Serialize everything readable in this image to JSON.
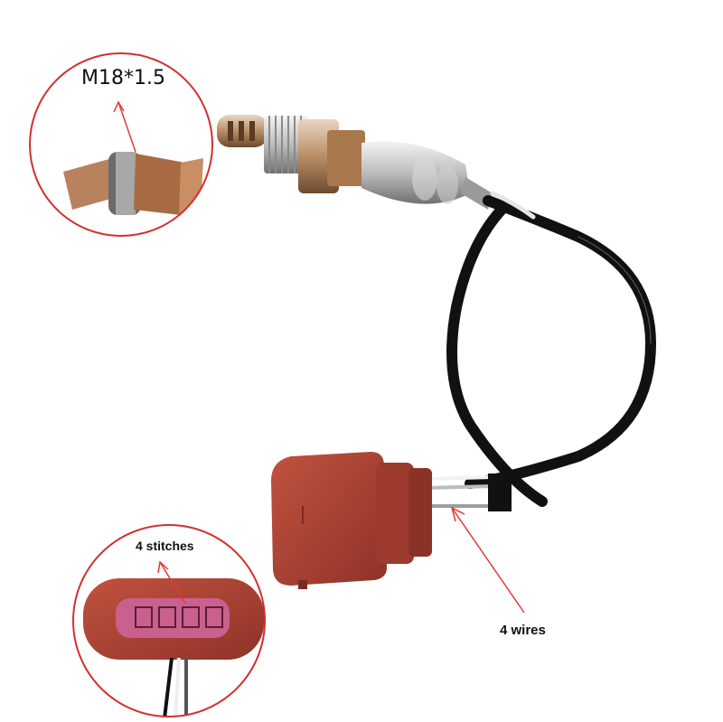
{
  "labels": {
    "thread_spec": "M18*1.5",
    "connector_pins": "4 stitches",
    "wire_count": "4 wires"
  },
  "colors": {
    "callout_circle": "#d32f2f",
    "arrow": "#e53935",
    "connector": "#a84034",
    "cable": "#111111",
    "sensor_metal": "#c8a27a",
    "pin_cavity": "#c9608f"
  },
  "icons": [
    "oxygen-sensor-icon",
    "connector-plug-icon",
    "cable-icon",
    "arrow-icon"
  ]
}
